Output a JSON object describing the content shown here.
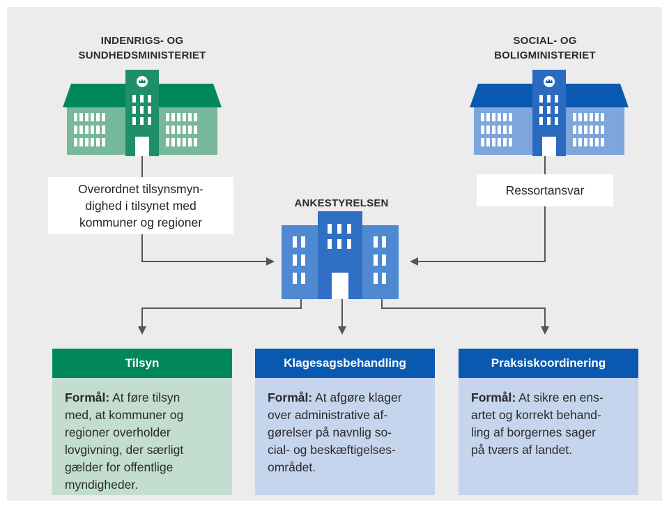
{
  "ministries": {
    "left": {
      "line1": "INDENRIGS- OG",
      "line2": "SUNDHEDSMINISTERIET",
      "note_lines": [
        "Overordnet tilsynsmyn-",
        "dighed i tilsynet med",
        "kommuner og regioner"
      ]
    },
    "right": {
      "line1": "SOCIAL- OG",
      "line2": "BOLIGMINISTERIET",
      "note": "Ressortansvar"
    }
  },
  "center": {
    "title": "ANKESTYRELSEN"
  },
  "cards": [
    {
      "title": "Tilsyn",
      "label": "Formål:",
      "lines": [
        "At føre tilsyn",
        "med, at kommuner og",
        "regioner overholder",
        "lovgivning, der særligt",
        "gælder for offentlige",
        "myndigheder."
      ],
      "head_color": "#00875a",
      "body_color": "#c3ddd0"
    },
    {
      "title": "Klagesagsbehandling",
      "label": "Formål:",
      "lines": [
        "At afgøre klager",
        "over administrative af-",
        "gørelser på navnlig so-",
        "cial- og beskæftigelses-",
        "området."
      ],
      "head_color": "#0a59b0",
      "body_color": "#c6d5ee"
    },
    {
      "title": "Praksiskoordinering",
      "label": "Formål:",
      "lines": [
        "At sikre en ens-",
        "artet og korrekt behand-",
        "ling af borgernes sager",
        "på tværs af landet."
      ],
      "head_color": "#0a59b0",
      "body_color": "#c6d5ee"
    }
  ],
  "icons": [
    "ministry-building-green",
    "ministry-building-blue",
    "agency-building",
    "crown-emblem",
    "arrow"
  ],
  "colors": {
    "green_roof": "#00875a",
    "green_wall": "#77b89d",
    "blue_roof": "#0a59b0",
    "blue_wall": "#7ea6dc",
    "agency_blue": "#4f89d1",
    "line": "#555555"
  }
}
